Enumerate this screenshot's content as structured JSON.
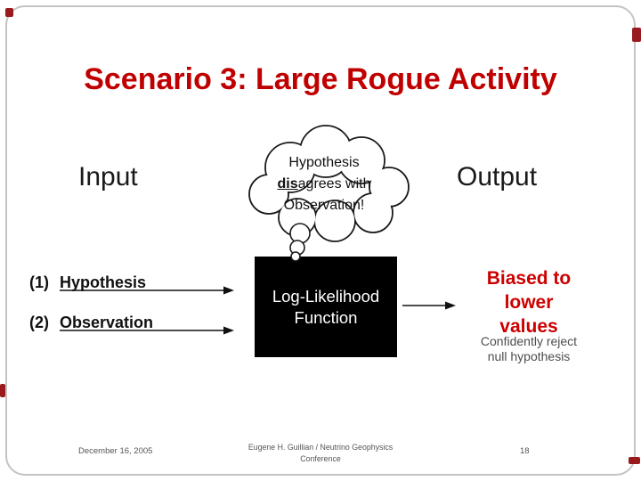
{
  "slide": {
    "title": "Scenario 3: Large Rogue Activity",
    "input_label": "Input",
    "output_label": "Output",
    "cloud": {
      "line1": "Hypothesis",
      "line2_emph": "dis",
      "line2_rest": "agrees with",
      "line3": "Observation!"
    },
    "items": [
      {
        "number": "(1)",
        "label": "Hypothesis"
      },
      {
        "number": "(2)",
        "label": "Observation"
      }
    ],
    "box": {
      "line1": "Log-Likelihood",
      "line2": "Function"
    },
    "result_lines": [
      "Biased to",
      "lower",
      "values"
    ],
    "note_lines": [
      "Confidently reject",
      "null hypothesis"
    ],
    "footer": {
      "date": "December 16, 2005",
      "credit_line1": "Eugene H. Guillian / Neutrino Geophysics",
      "credit_line2": "Conference",
      "page": "18"
    },
    "colors": {
      "title_red": "#c00000",
      "result_red": "#cc0000",
      "note_gray": "#4d4d4d",
      "footer_gray": "#555555",
      "frame_gray": "#c4c4c4",
      "corner_accent": "#9a1b1e",
      "box_black": "#000000"
    }
  }
}
